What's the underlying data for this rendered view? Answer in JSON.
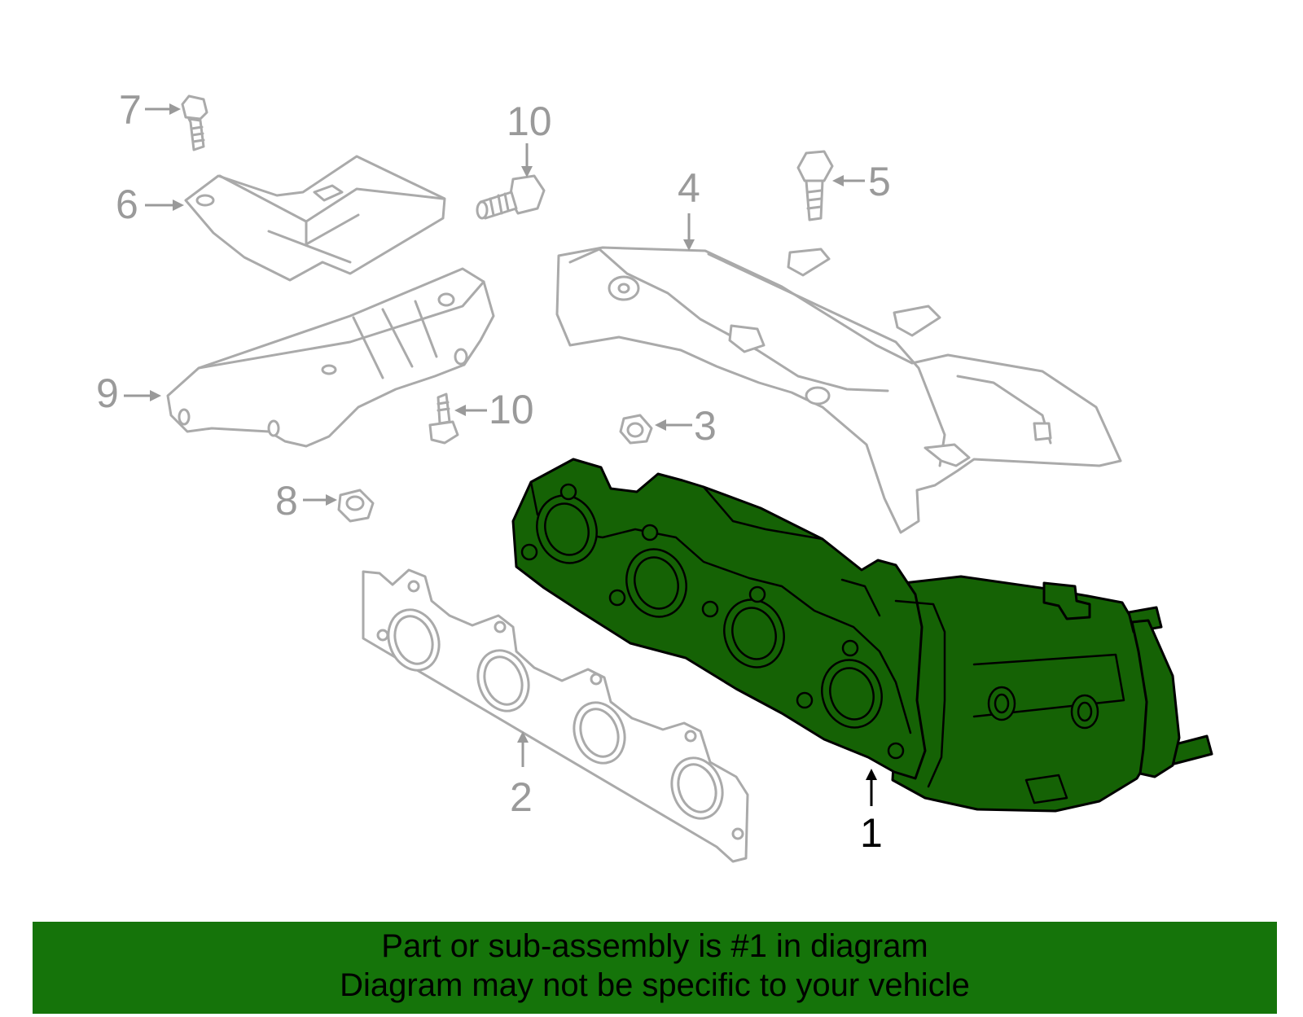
{
  "callouts": {
    "c1": "1",
    "c2": "2",
    "c3": "3",
    "c4": "4",
    "c5": "5",
    "c6": "6",
    "c7": "7",
    "c8": "8",
    "c9": "9",
    "c10a": "10",
    "c10b": "10"
  },
  "highlight_color": "#156205",
  "banner": {
    "line1": "Part or sub-assembly is #1 in diagram",
    "line2": "Diagram may not be specific to your vehicle",
    "color": "#15740a"
  }
}
